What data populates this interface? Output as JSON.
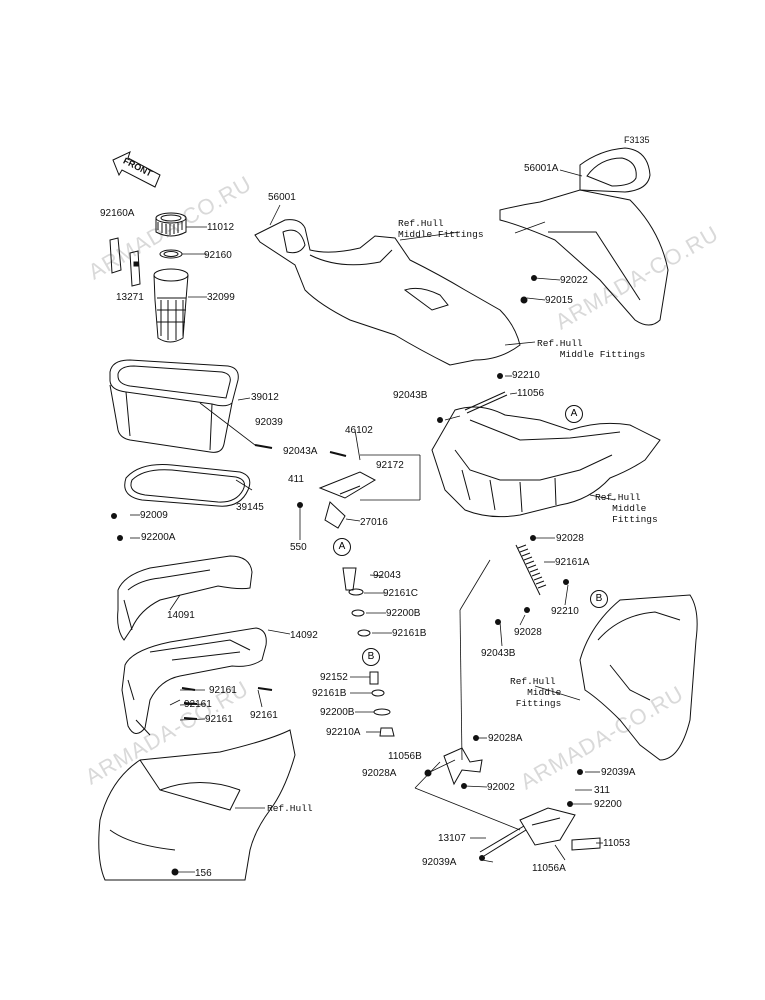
{
  "figure_code": "F3135",
  "front_label": "FRONT",
  "watermark": "ARMADA-CO.RU",
  "callouts": {
    "c_A_top": "A",
    "c_A_mid": "A",
    "c_B_mid": "B",
    "c_B_right": "B"
  },
  "ref_notes": {
    "ref_top_mid": "Ref.Hull\nMiddle Fittings",
    "ref_right_mid": "Ref.Hull\n    Middle Fittings",
    "ref_hull_mid": "Ref.Hull\n   Middle\n   Fittings",
    "ref_hull_right": "Ref.Hull\n   Middle\n Fittings",
    "ref_hull_bottom": "Ref.Hull"
  },
  "parts": {
    "p92160A": "92160A",
    "p11012": "11012",
    "p92160": "92160",
    "p13271": "13271",
    "p32099": "32099",
    "p39012": "39012",
    "p92039": "92039",
    "p39145": "39145",
    "p92009": "92009",
    "p92200A": "92200A",
    "p14091": "14091",
    "p14092": "14092",
    "p92161a": "92161",
    "p92161b": "92161",
    "p92161c": "92161",
    "p92161d": "92161",
    "p156": "156",
    "p56001": "56001",
    "p56001A": "56001A",
    "p92022": "92022",
    "p92015": "92015",
    "p92210a": "92210",
    "p92043Ba": "92043B",
    "p11056": "11056",
    "p46102": "46102",
    "p92043A": "92043A",
    "p92172": "92172",
    "p411": "411",
    "p27016": "27016",
    "p550": "550",
    "p92043": "92043",
    "p92161C": "92161C",
    "p92200Ba": "92200B",
    "p92161Ba": "92161B",
    "p92152": "92152",
    "p92161Bb": "92161B",
    "p92200Bb": "92200B",
    "p92210A": "92210A",
    "p92028a": "92028",
    "p92161A": "92161A",
    "p92210b": "92210",
    "p92028b": "92028",
    "p92043Bb": "92043B",
    "p11056B": "11056B",
    "p92028Aa": "92028A",
    "p92028Ab": "92028A",
    "p92002": "92002",
    "p92039Aa": "92039A",
    "p311": "311",
    "p92200": "92200",
    "p13107": "13107",
    "p11053": "11053",
    "p92039Ab": "92039A",
    "p11056A": "11056A"
  },
  "colors": {
    "line": "#111111",
    "watermark": "#d9d9d9",
    "background": "#ffffff"
  }
}
